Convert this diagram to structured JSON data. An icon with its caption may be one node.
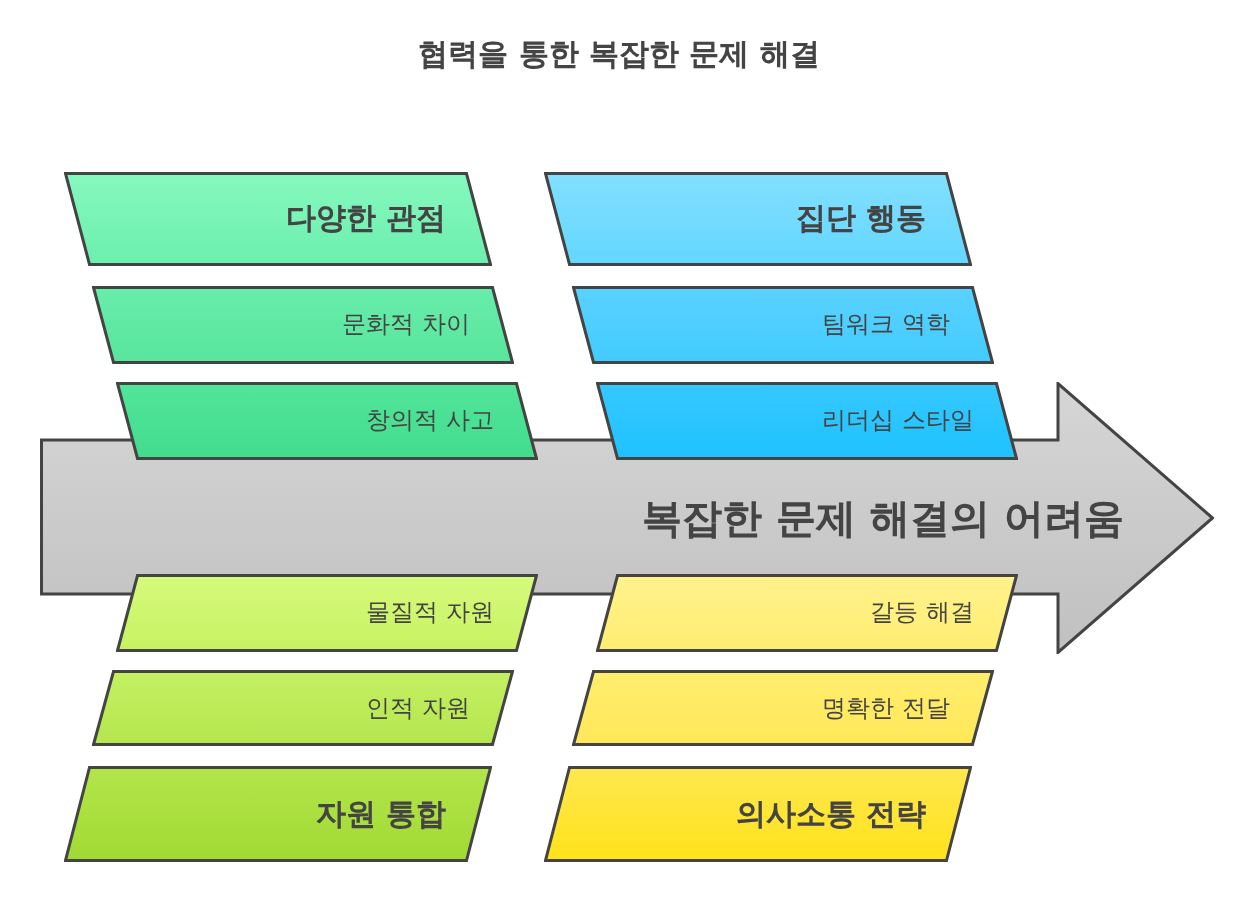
{
  "diagram": {
    "title": "협력을 통한 복잡한 문제 해결",
    "nodes": [
      {
        "text": [
          "다양한 관점"
        ]
      },
      {
        "text": [
          "집단 행동"
        ]
      },
      {
        "text": [
          "문화적 차이"
        ]
      },
      {
        "text": [
          "팀워크 역학"
        ]
      },
      {
        "text": [
          "창의적 사고"
        ]
      },
      {
        "text": [
          "리더십 스타일"
        ]
      },
      {
        "text": [
          "복잡한 문제 해결의 어려움"
        ]
      },
      {
        "text": [
          "물질적 자원"
        ]
      },
      {
        "text": [
          "갈등 해결"
        ]
      },
      {
        "text": [
          "인적 자원"
        ]
      },
      {
        "text": [
          "명확한 전달"
        ]
      },
      {
        "text": [
          "자원 통합"
        ]
      },
      {
        "text": [
          "의사소통 전략"
        ]
      }
    ]
  }
}
